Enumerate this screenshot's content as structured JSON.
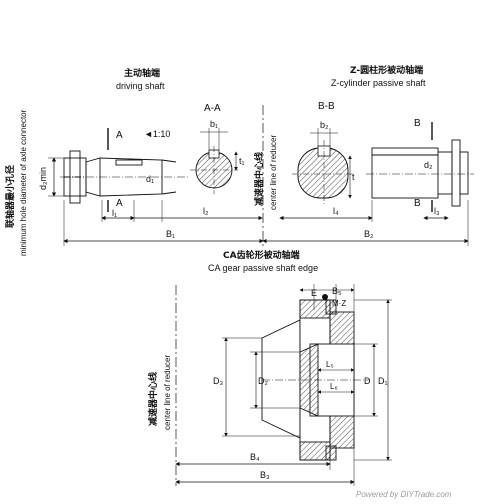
{
  "top": {
    "driving_cn": "主动轴端",
    "driving_en": "driving shaft",
    "z_cn": "Z-圆柱形被动轴端",
    "z_en": "Z-cylinder passive shaft",
    "section_aa": "A-A",
    "section_bb": "B-B",
    "label_a_top": "A",
    "label_a_bottom": "A",
    "label_b_top": "B",
    "label_b_bottom": "B",
    "taper": "◄1:10",
    "b1": "b₁",
    "b2": "b₂",
    "t1": "t₁",
    "t": "t",
    "d1": "d₁",
    "d2": "d₂",
    "dmin": "d₂min",
    "l1": "l₁",
    "l2": "l₂",
    "l3": "l₃",
    "l4": "l₄",
    "B1": "B₁",
    "B2": "B₂",
    "left_cn": "联轴器最小孔径",
    "left_en": "minimum hole diameter of axle connector",
    "center_cn": "减速器中心线",
    "center_en": "center line of reducer"
  },
  "bottom": {
    "ca_cn": "CA齿轮形被动轴端",
    "ca_en": "CA gear passive shaft edge",
    "center_cn": "减速器中心线",
    "center_en": "center line of reducer",
    "E": "E",
    "B5": "B₅",
    "MZ": "M·Z",
    "L5": "L₅",
    "L6": "L₆",
    "D3": "D₃",
    "D2": "D₂",
    "D": "D",
    "D1": "D₁",
    "B4": "B₄",
    "B3": "B₃"
  },
  "watermark": "Powered by DIYTrade.com"
}
